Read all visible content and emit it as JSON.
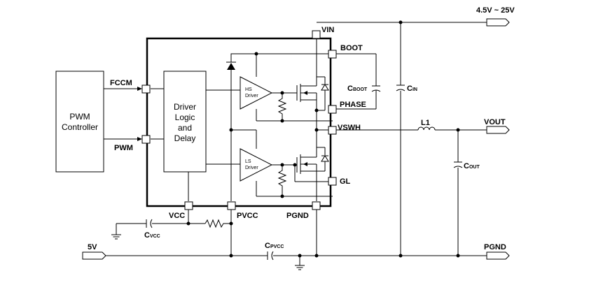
{
  "blocks": {
    "pwm_controller": [
      "PWM",
      "Controller"
    ],
    "driver": [
      "Driver",
      "Logic",
      "and",
      "Delay"
    ],
    "hs_driver": [
      "HS",
      "Driver"
    ],
    "ls_driver": [
      "LS",
      "Driver"
    ]
  },
  "pins": {
    "fccm": "FCCM",
    "pwm": "PWM",
    "vin": "VIN",
    "boot": "BOOT",
    "phase": "PHASE",
    "vswh": "VSWH",
    "gl": "GL",
    "vcc": "VCC",
    "pvcc": "PVCC",
    "pgnd": "PGND"
  },
  "ports": {
    "vin_range": "4.5V ~ 25V",
    "vout": "VOUT",
    "v5": "5V",
    "pgnd": "PGND"
  },
  "components": {
    "cboot": {
      "main": "C",
      "sub": "BOOT"
    },
    "cin": {
      "main": "C",
      "sub": "IN"
    },
    "cout": {
      "main": "C",
      "sub": "OUT"
    },
    "cvcc": {
      "main": "C",
      "sub": "VCC"
    },
    "cpvcc": {
      "main": "C",
      "sub": "PVCC"
    },
    "l1": "L1"
  }
}
